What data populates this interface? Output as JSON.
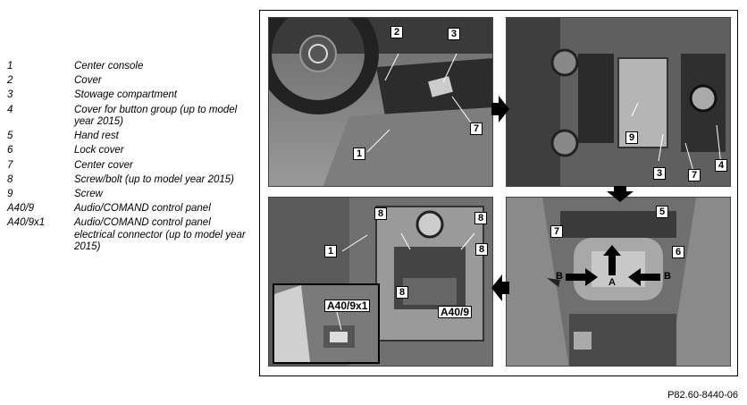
{
  "legend": [
    {
      "key": "1",
      "text": "Center console"
    },
    {
      "key": "2",
      "text": "Cover"
    },
    {
      "key": "3",
      "text": "Stowage compartment"
    },
    {
      "key": "4",
      "text": "Cover for button group (up to model year 2015)"
    },
    {
      "key": "5",
      "text": "Hand rest"
    },
    {
      "key": "6",
      "text": "Lock cover"
    },
    {
      "key": "7",
      "text": "Center cover"
    },
    {
      "key": "8",
      "text": "Screw/bolt (up to model year 2015)"
    },
    {
      "key": "9",
      "text": "Screw"
    },
    {
      "key": "A40/9",
      "text": "Audio/COMAND control panel"
    },
    {
      "key": "A40/9x1",
      "text": "Audio/COMAND control panel electrical connector (up to model year 2015)"
    }
  ],
  "figure": {
    "callouts": {
      "p1": [
        "2",
        "3",
        "1",
        "7"
      ],
      "p2": [
        "9",
        "3",
        "7",
        "4"
      ],
      "p3": [
        "8",
        "8",
        "1",
        "8",
        "8",
        "A40/9",
        "A40/9x1"
      ],
      "p4": [
        "5",
        "7",
        "6",
        "B",
        "A",
        "B"
      ]
    }
  },
  "reference_code": "P82.60-8440-06"
}
